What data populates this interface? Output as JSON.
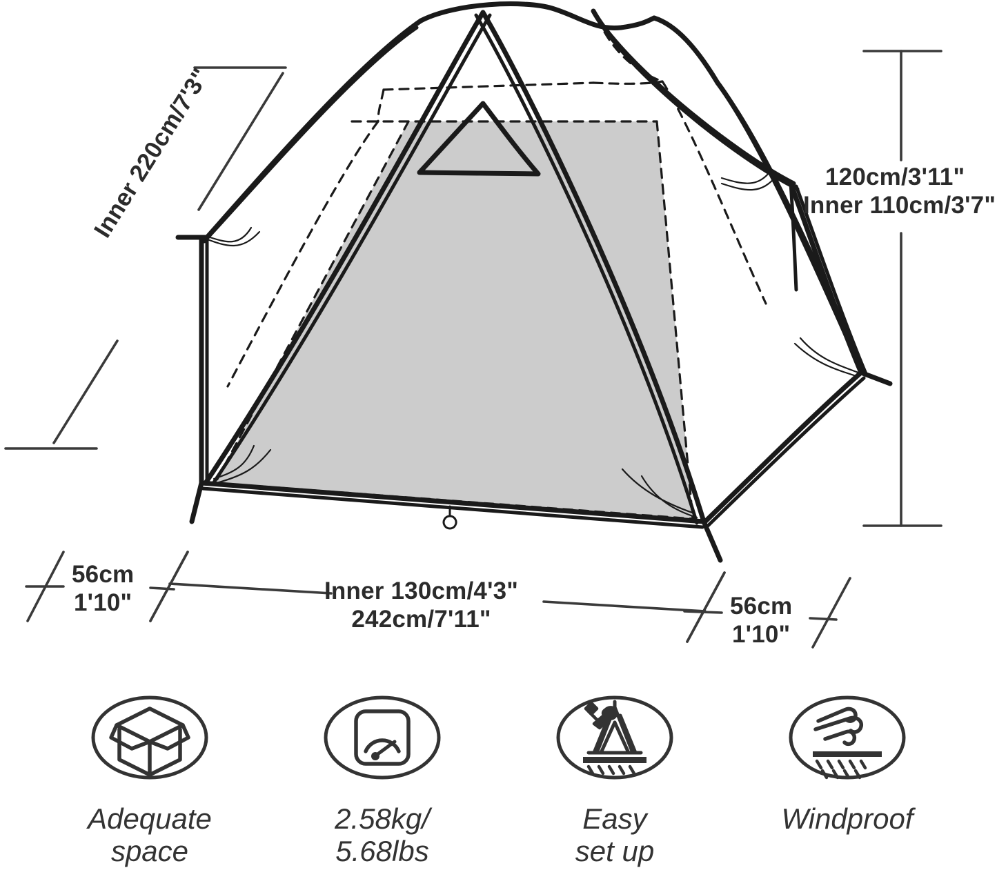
{
  "diagram": {
    "title": "Tent dimension diagram",
    "colors": {
      "stroke": "#1a1a1a",
      "fill_gray": "#cccccc",
      "text": "#2b2b2b",
      "icon_stroke": "#333333",
      "background": "#ffffff"
    },
    "dimensions": {
      "height_right": {
        "line1": "120cm/3'11\"",
        "line2": "Inner 110cm/3'7\""
      },
      "slant_left": {
        "line1": "Inner 220cm/7'3\""
      },
      "width_left": {
        "line1": "56cm",
        "line2": "1'10\""
      },
      "width_center": {
        "line1": "Inner 130cm/4'3\"",
        "line2": "242cm/7'11\""
      },
      "width_right": {
        "line1": "56cm",
        "line2": "1'10\""
      }
    }
  },
  "features": [
    {
      "icon": "open-box-icon",
      "caption": "Adequate\nspace"
    },
    {
      "icon": "weight-scale-icon",
      "caption": "2.58kg/\n5.68lbs"
    },
    {
      "icon": "tent-tools-icon",
      "caption": "Easy\nset up"
    },
    {
      "icon": "wind-icon",
      "caption": "Windproof"
    }
  ]
}
